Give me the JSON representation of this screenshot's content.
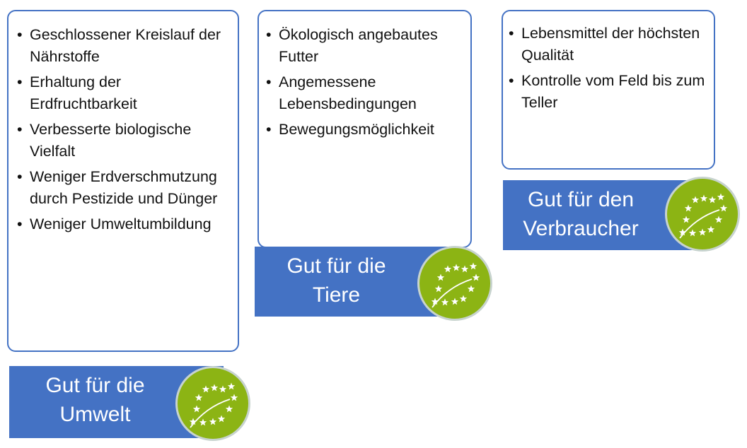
{
  "columns": [
    {
      "items": [
        "Geschlossener Kreislauf der Nährstoffe",
        "Erhaltung der Erdfruchtbarkeit",
        "Verbesserte biologische Vielfalt",
        "Weniger Erdverschmutzung durch Pestizide und Dünger",
        "Weniger Umweltumbildung"
      ],
      "banner": {
        "line1": "Gut für die",
        "line2": "Umwelt"
      }
    },
    {
      "items": [
        "Ökologisch angebautes Futter",
        "Angemessene Lebensbedingungen",
        "Bewegungsmöglichkeit"
      ],
      "banner": {
        "line1": "Gut für die",
        "line2": "Tiere"
      }
    },
    {
      "items": [
        "Lebensmittel der höchsten Qualität",
        "Kontrolle vom Feld bis zum Teller"
      ],
      "banner": {
        "line1": "Gut für den",
        "line2": "Verbraucher"
      }
    }
  ],
  "logo_icon": "eu-organic-leaf-icon",
  "colors": {
    "accent": "#4472c4",
    "logo_green": "#8cb414"
  }
}
